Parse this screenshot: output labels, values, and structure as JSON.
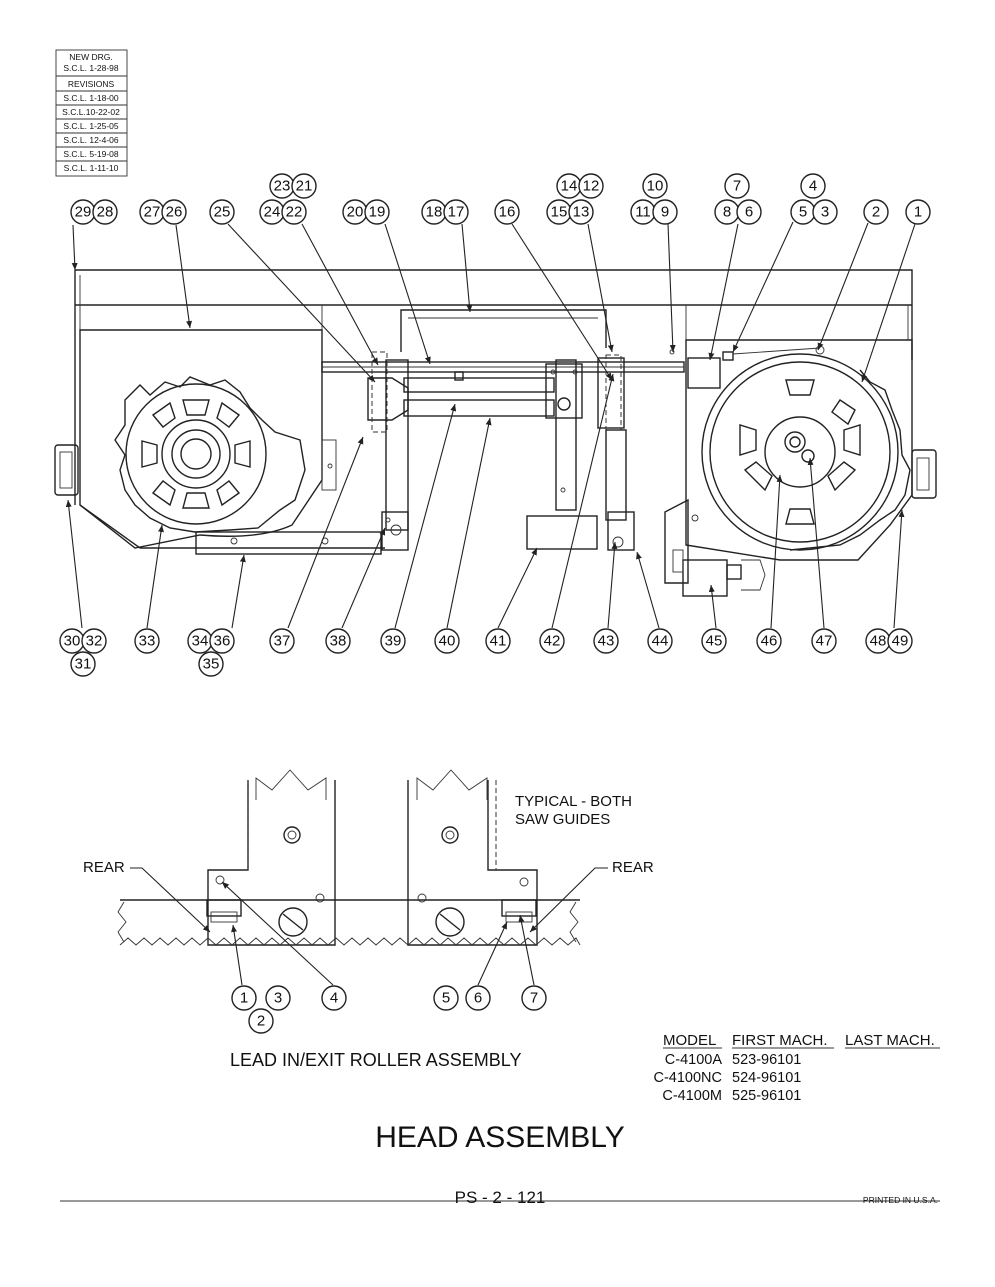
{
  "revision_block": {
    "new_drawing_header": "NEW DRG.",
    "new_drawing_date": "S.C.L. 1-28-98",
    "revisions_header": "REVISIONS",
    "entries": [
      "S.C.L. 1-18-00",
      "S.C.L.10-22-02",
      "S.C.L. 1-25-05",
      "S.C.L. 12-4-06",
      "S.C.L. 5-19-08",
      "S.C.L. 1-11-10"
    ]
  },
  "top_callouts": [
    {
      "id": "c23",
      "label": "23"
    },
    {
      "id": "c21",
      "label": "21"
    },
    {
      "id": "c14",
      "label": "14"
    },
    {
      "id": "c12",
      "label": "12"
    },
    {
      "id": "c10",
      "label": "10"
    },
    {
      "id": "c7a",
      "label": "7"
    },
    {
      "id": "c4a",
      "label": "4"
    },
    {
      "id": "c29",
      "label": "29"
    },
    {
      "id": "c28",
      "label": "28"
    },
    {
      "id": "c27",
      "label": "27"
    },
    {
      "id": "c26",
      "label": "26"
    },
    {
      "id": "c25",
      "label": "25"
    },
    {
      "id": "c24",
      "label": "24"
    },
    {
      "id": "c22",
      "label": "22"
    },
    {
      "id": "c20",
      "label": "20"
    },
    {
      "id": "c19",
      "label": "19"
    },
    {
      "id": "c18",
      "label": "18"
    },
    {
      "id": "c17",
      "label": "17"
    },
    {
      "id": "c16",
      "label": "16"
    },
    {
      "id": "c15",
      "label": "15"
    },
    {
      "id": "c13",
      "label": "13"
    },
    {
      "id": "c11",
      "label": "11"
    },
    {
      "id": "c9",
      "label": "9"
    },
    {
      "id": "c8",
      "label": "8"
    },
    {
      "id": "c6a",
      "label": "6"
    },
    {
      "id": "c5a",
      "label": "5"
    },
    {
      "id": "c3a",
      "label": "3"
    },
    {
      "id": "c2a",
      "label": "2"
    },
    {
      "id": "c1a",
      "label": "1"
    }
  ],
  "bottom_callouts": [
    {
      "id": "c30",
      "label": "30"
    },
    {
      "id": "c32",
      "label": "32"
    },
    {
      "id": "c31",
      "label": "31"
    },
    {
      "id": "c33",
      "label": "33"
    },
    {
      "id": "c34",
      "label": "34"
    },
    {
      "id": "c36",
      "label": "36"
    },
    {
      "id": "c35",
      "label": "35"
    },
    {
      "id": "c37",
      "label": "37"
    },
    {
      "id": "c38",
      "label": "38"
    },
    {
      "id": "c39",
      "label": "39"
    },
    {
      "id": "c40",
      "label": "40"
    },
    {
      "id": "c41",
      "label": "41"
    },
    {
      "id": "c42",
      "label": "42"
    },
    {
      "id": "c43",
      "label": "43"
    },
    {
      "id": "c44",
      "label": "44"
    },
    {
      "id": "c45",
      "label": "45"
    },
    {
      "id": "c46",
      "label": "46"
    },
    {
      "id": "c47",
      "label": "47"
    },
    {
      "id": "c48",
      "label": "48"
    },
    {
      "id": "c49",
      "label": "49"
    }
  ],
  "detail_callouts": [
    {
      "id": "d1",
      "label": "1"
    },
    {
      "id": "d3",
      "label": "3"
    },
    {
      "id": "d2",
      "label": "2"
    },
    {
      "id": "d4",
      "label": "4"
    },
    {
      "id": "d5",
      "label": "5"
    },
    {
      "id": "d6",
      "label": "6"
    },
    {
      "id": "d7",
      "label": "7"
    }
  ],
  "detail": {
    "note_line1": "TYPICAL - BOTH",
    "note_line2": "SAW GUIDES",
    "rear_left": "REAR",
    "rear_right": "REAR",
    "caption": "LEAD IN/EXIT ROLLER ASSEMBLY"
  },
  "model_table": {
    "headers": [
      "MODEL",
      "FIRST MACH.",
      "LAST MACH."
    ],
    "rows": [
      [
        "C-4100A",
        "523-96101",
        ""
      ],
      [
        "C-4100NC",
        "524-96101",
        ""
      ],
      [
        "C-4100M",
        "525-96101",
        ""
      ]
    ]
  },
  "title": "HEAD ASSEMBLY",
  "page_number": "PS - 2 - 121",
  "printed": "PRINTED IN U.S.A."
}
